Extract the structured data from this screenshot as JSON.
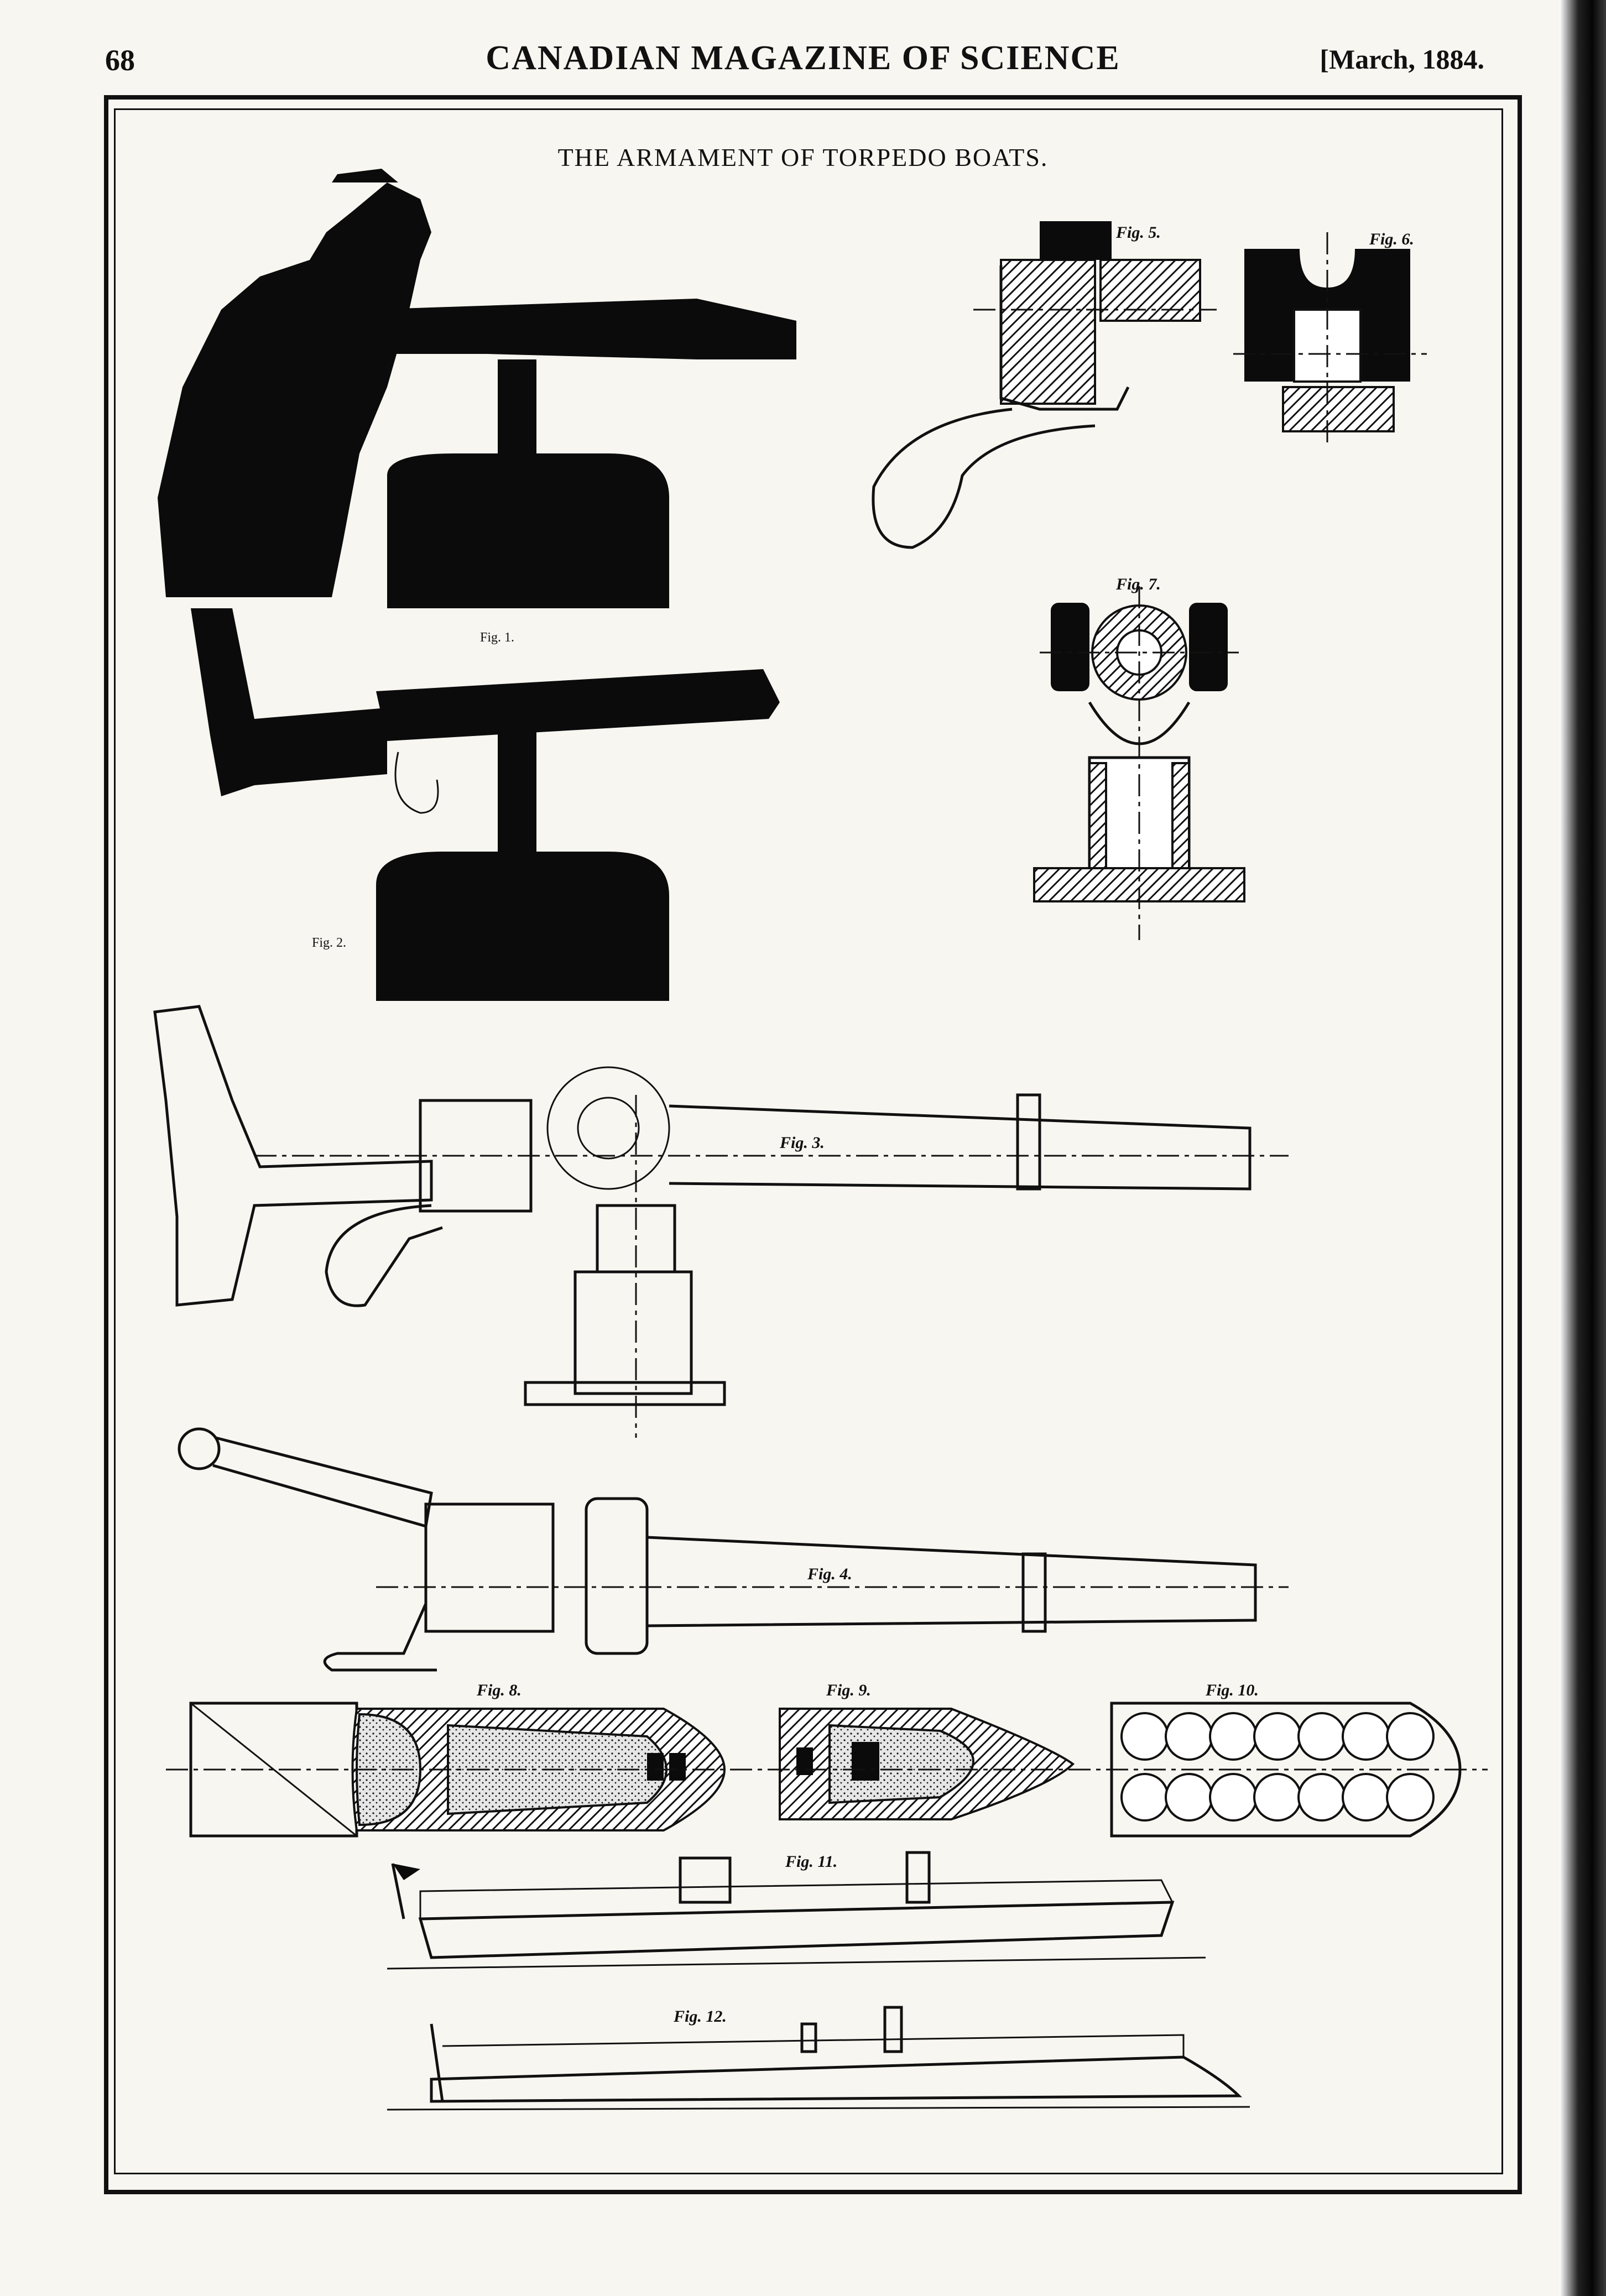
{
  "header": {
    "page_number": "68",
    "journal_title": "CANADIAN MAGAZINE OF SCIENCE",
    "date": "[March, 1884."
  },
  "plate": {
    "title": "THE ARMAMENT OF TORPEDO BOATS.",
    "figures": [
      {
        "id": "fig1",
        "label": "Fig. 1."
      },
      {
        "id": "fig2",
        "label": "Fig. 2."
      },
      {
        "id": "fig3",
        "label": "Fig. 3."
      },
      {
        "id": "fig4",
        "label": "Fig. 4."
      },
      {
        "id": "fig5",
        "label": "Fig. 5."
      },
      {
        "id": "fig6",
        "label": "Fig. 6."
      },
      {
        "id": "fig7",
        "label": "Fig. 7."
      },
      {
        "id": "fig8",
        "label": "Fig. 8."
      },
      {
        "id": "fig9",
        "label": "Fig. 9."
      },
      {
        "id": "fig10",
        "label": "Fig. 10."
      },
      {
        "id": "fig11",
        "label": "Fig. 11."
      },
      {
        "id": "fig12",
        "label": "Fig. 12."
      }
    ]
  }
}
